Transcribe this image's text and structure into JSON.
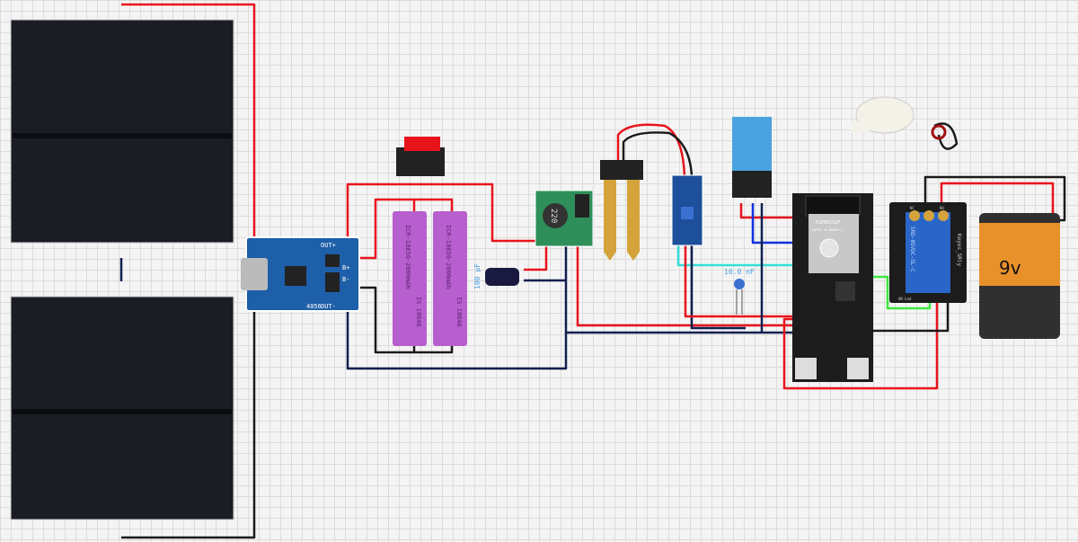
{
  "charger": {
    "chip_label": "4056",
    "out_plus": "OUT+",
    "b_plus": "B+",
    "b_minus": "B-",
    "out_minus": "OUT-"
  },
  "batteries": [
    {
      "label": "ICR-18650-2000mAh",
      "code": "IS 18646"
    },
    {
      "label": "ICR-18650-2000mAh",
      "code": "IS 18646"
    }
  ],
  "buck": {
    "label": "220"
  },
  "capacitor_1": {
    "label": "100 µF"
  },
  "capacitor_2": {
    "label": "10.0 nF"
  },
  "esp32": {
    "brand": "ESPRESSIF",
    "model": "ESP32-C6-WROOM-1"
  },
  "relay": {
    "nc": "NC",
    "no": "NO",
    "model": "SRD-05VDC-SL-C",
    "brand": "Keyes_SRly",
    "led": "ON Led"
  },
  "battery_9v": {
    "label": "9v"
  },
  "colors": {
    "red": "#e8141c",
    "black": "#1a1a1a",
    "navy": "#0d1f4f",
    "cyan": "#33e0d8",
    "green": "#3ee83e",
    "blue": "#1030e0",
    "pcb_blue": "#1d5fa8",
    "battery_purple": "#b85fcf"
  }
}
